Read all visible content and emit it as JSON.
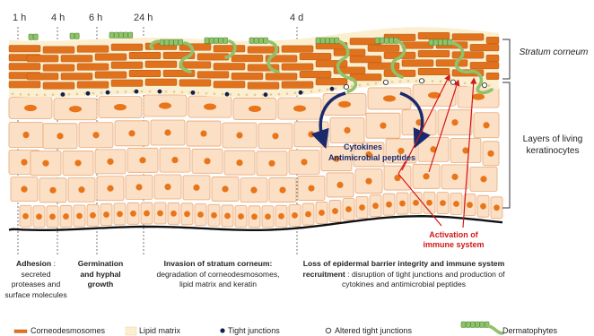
{
  "timepoints": [
    "1 h",
    "4 h",
    "6 h",
    "24 h",
    "4 d"
  ],
  "right_labels": {
    "stratum_corneum": "Stratum corneum",
    "living_layers": "Layers of living keratinocytes"
  },
  "center_labels": {
    "cytokines": "Cytokines",
    "antimicrobial": "Antimicrobial peptides",
    "activation": "Activation of immune system"
  },
  "stages": [
    {
      "title": "Adhesion",
      "sep": " :",
      "text": "secreted proteases and surface molecules"
    },
    {
      "title": "Germination and hyphal growth",
      "sep": "",
      "text": ""
    },
    {
      "title": "Invasion of stratum corneum:",
      "sep": "",
      "text": "degradation of corneodesmosomes, lipid matrix and keratin"
    },
    {
      "title": "Loss of epidermal barrier integrity and immune system recruitment",
      "sep": " :",
      "text": "disruption of tight junctions and production of cytokines and antimicrobial peptides"
    }
  ],
  "legend": {
    "corneodesmosomes": "Corneodesmosomes",
    "lipid_matrix": "Lipid matrix",
    "tight_junctions": "Tight junctions",
    "altered_tight_junctions": "Altered tight junctions",
    "dermatophytes": "Dermatophytes"
  },
  "colors": {
    "corneocyte": "#e0711d",
    "corneocyte_dark": "#b85813",
    "lipid": "#fbefcf",
    "keratinocyte": "#fce0c6",
    "keratinocyte_border": "#e6a878",
    "nucleus": "#e8751a",
    "tight_junction": "#10204d",
    "dermatophyte": "#8fc26a",
    "dermatophyte_dark": "#4e8a32",
    "arrow_navy": "#1a2a6c",
    "arrow_red": "#d21818",
    "basement": "#111111"
  }
}
